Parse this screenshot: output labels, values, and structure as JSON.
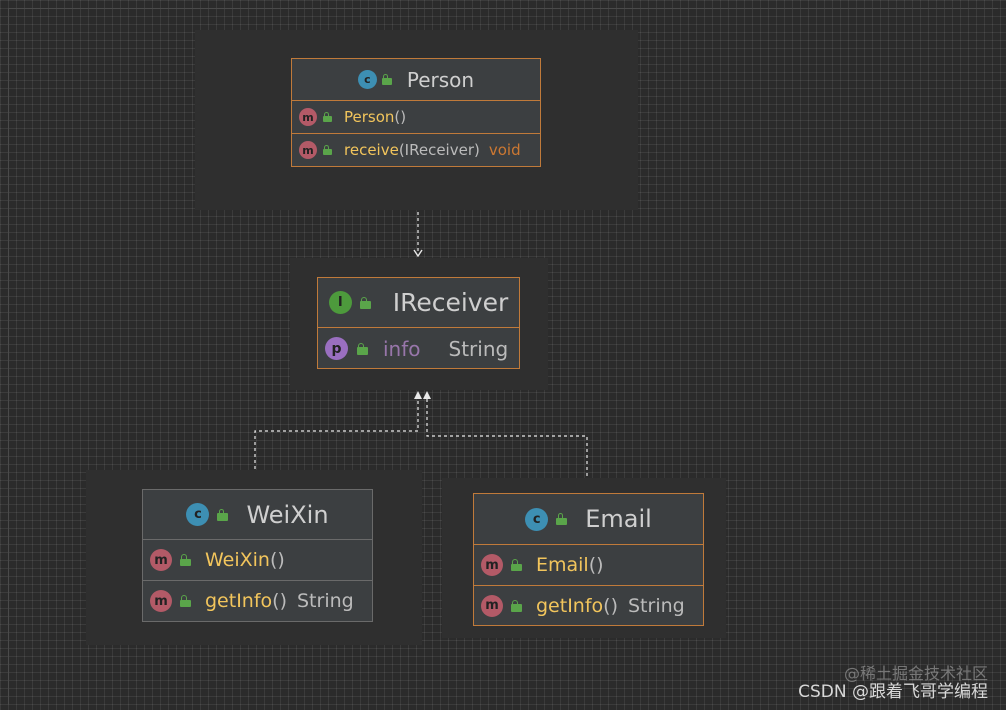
{
  "classes": {
    "person": {
      "name": "Person",
      "badge": "c",
      "members": [
        {
          "badge": "m",
          "name": "Person",
          "params": "()",
          "type": ""
        },
        {
          "badge": "m",
          "name": "receive",
          "params": "(IReceiver)",
          "type": "void"
        }
      ]
    },
    "ireceiver": {
      "name": "IReceiver",
      "badge": "I",
      "members": [
        {
          "badge": "p",
          "name": "info",
          "type": "String"
        }
      ]
    },
    "weixin": {
      "name": "WeiXin",
      "badge": "c",
      "members": [
        {
          "badge": "m",
          "name": "WeiXin",
          "params": "()",
          "type": ""
        },
        {
          "badge": "m",
          "name": "getInfo",
          "params": "()",
          "type": "String"
        }
      ]
    },
    "email": {
      "name": "Email",
      "badge": "c",
      "members": [
        {
          "badge": "m",
          "name": "Email",
          "params": "()",
          "type": ""
        },
        {
          "badge": "m",
          "name": "getInfo",
          "params": "()",
          "type": "String"
        }
      ]
    }
  },
  "relations": [
    {
      "from": "Person",
      "to": "IReceiver",
      "kind": "dependency"
    },
    {
      "from": "WeiXin",
      "to": "IReceiver",
      "kind": "realization"
    },
    {
      "from": "Email",
      "to": "IReceiver",
      "kind": "realization"
    }
  ],
  "watermark": {
    "top": "@稀土掘金技术社区",
    "bottom": "CSDN @跟着飞哥学编程"
  },
  "colors": {
    "background": "#2b2b2b",
    "node": "#3c3f41",
    "border_accent": "#c07a3a",
    "method_name": "#f2c55c",
    "field_name": "#9876aa",
    "class_badge": "#3d8fb3",
    "method_badge": "#b35a67",
    "interface_badge": "#4d9a3c",
    "property_badge": "#9a6fc0"
  }
}
